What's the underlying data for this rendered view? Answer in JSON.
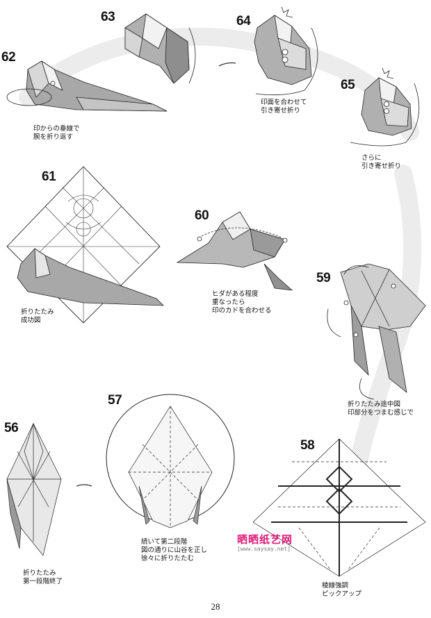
{
  "steps": {
    "s56": "56",
    "s57": "57",
    "s58": "58",
    "s59": "59",
    "s60": "60",
    "s61": "61",
    "s62": "62",
    "s63": "63",
    "s64": "64",
    "s65": "65"
  },
  "captions": {
    "c62": [
      "印からの垂線で",
      "腕を折り返す"
    ],
    "c64": [
      "印面を合わせて",
      "引き寄せ折り"
    ],
    "c65": [
      "さらに",
      "引き寄せ折り"
    ],
    "c61": [
      "折りたたみ",
      "成功図"
    ],
    "c60": [
      "ヒダがある程度",
      "重なったら",
      "印のカドを合わせる"
    ],
    "c59": [
      "折りたたみ途中図",
      "印部分をつまむ感じで"
    ],
    "c56": [
      "折りたたみ",
      "第一段階終了"
    ],
    "c57": [
      "続いて第二段階",
      "図の通りに山谷を正し",
      "徐々に折りたたむ"
    ],
    "c58": [
      "稜線強調",
      "ピックアップ"
    ]
  },
  "watermark": {
    "logo": "晒晒纸艺网",
    "url": "[www.saysay.net]"
  },
  "page_number": "28"
}
